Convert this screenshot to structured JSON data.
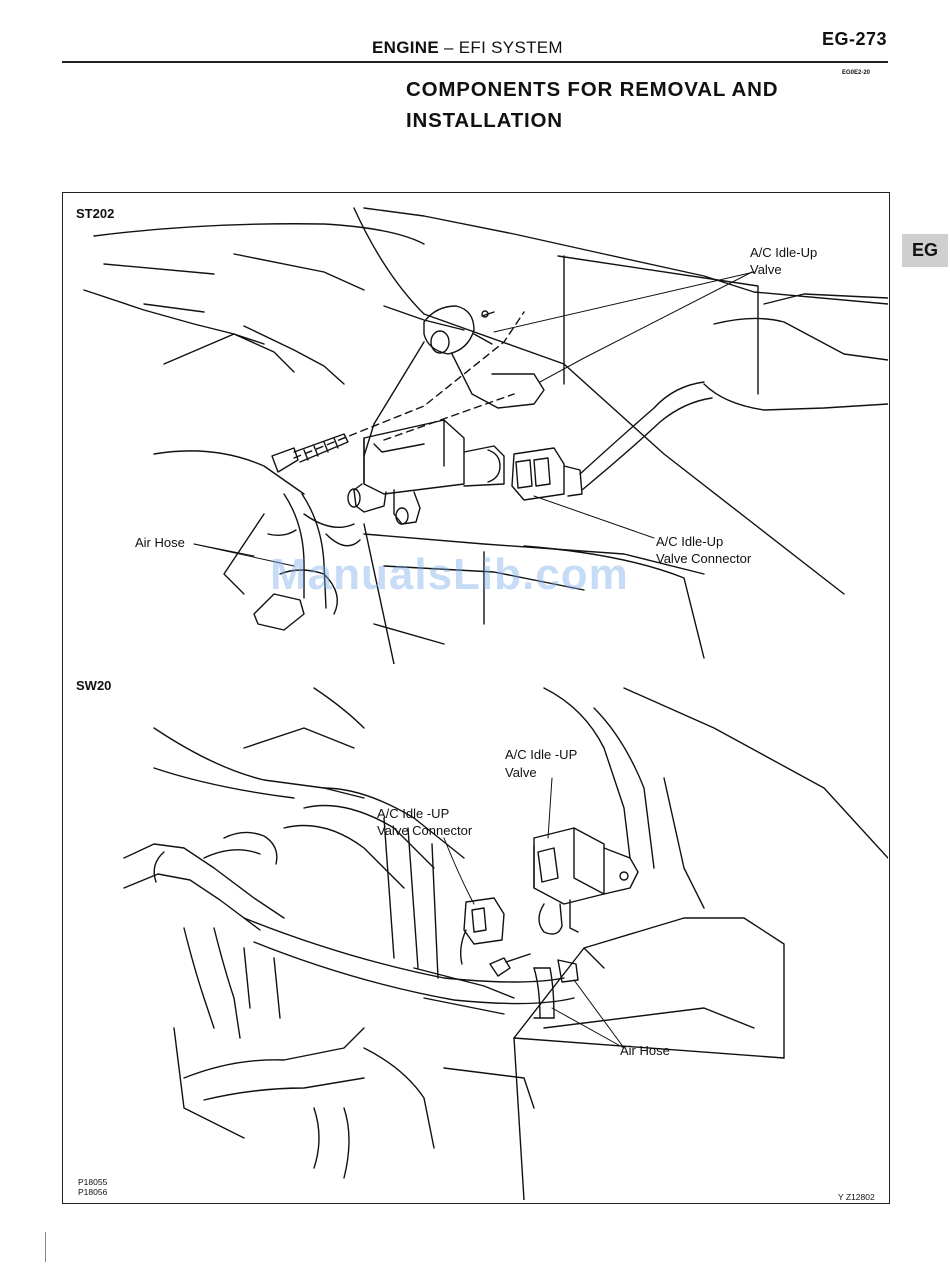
{
  "header": {
    "section_bold": "ENGINE",
    "section_rest": "– EFI SYSTEM",
    "page_number": "EG-273",
    "doc_code": "EG0E2-20"
  },
  "title": {
    "line1": "COMPONENTS FOR REMOVAL AND",
    "line2": "INSTALLATION"
  },
  "side_tab": "EG",
  "diagram_top": {
    "model": "ST202",
    "labels": {
      "valve_line1": "A/C Idle-Up",
      "valve_line2": "Valve",
      "air_hose": "Air Hose",
      "connector_line1": "A/C Idle-Up",
      "connector_line2": "Valve Connector"
    }
  },
  "diagram_bottom": {
    "model": "SW20",
    "labels": {
      "valve_line1": "A/C Idle -UP",
      "valve_line2": "Valve",
      "connector_line1": "A/C Idle -UP",
      "connector_line2": "Valve Connector",
      "air_hose": "Air Hose"
    }
  },
  "figure_codes": {
    "code1": "P18055",
    "code2": "P18056",
    "figure_id": "Y  Z12802"
  },
  "watermark": "ManualsLib.com"
}
